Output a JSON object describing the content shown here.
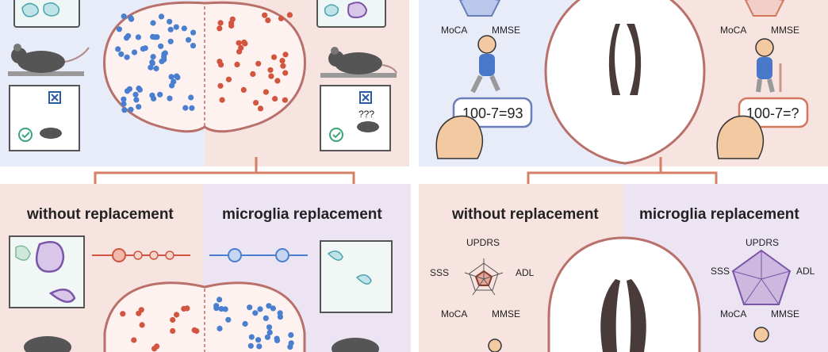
{
  "panels": {
    "bottom_left": {
      "left_heading": "without replacement",
      "right_heading": "microglia replacement"
    },
    "bottom_right": {
      "left_heading": "without replacement",
      "right_heading": "microglia replacement"
    }
  },
  "radar_top": {
    "left_axes": [
      "MoCA",
      "MMSE"
    ],
    "right_axes": [
      "MoCA",
      "MMSE"
    ]
  },
  "radar_bottom": {
    "left_axes": [
      "UPDRS",
      "SSS",
      "ADL",
      "MoCA",
      "MMSE"
    ],
    "right_axes": [
      "UPDRS",
      "SSS",
      "ADL",
      "MoCA",
      "MMSE"
    ]
  },
  "math": {
    "correct": "100-7=93",
    "wrong": "100-7=?"
  },
  "mouse_test": {
    "question": "???"
  },
  "colors": {
    "blue_bg": "#e8ecf8",
    "pink_bg": "#f7e3e0",
    "purple_bg": "#ece4f3",
    "blue_dot": "#4a7fd0",
    "red_dot": "#d2553f",
    "outline": "#b9706a",
    "arrow": "#d47f66",
    "dark": "#4a3b3b"
  }
}
